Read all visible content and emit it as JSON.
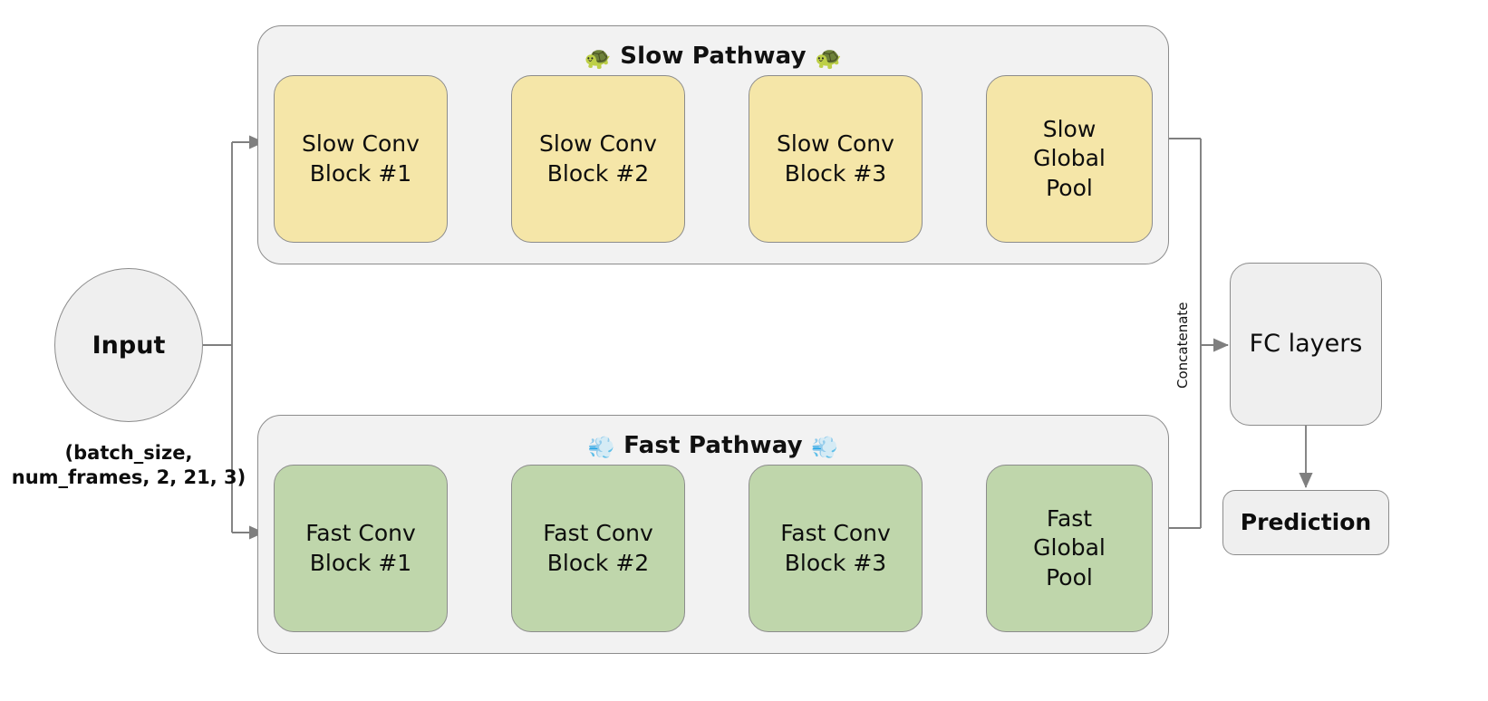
{
  "diagram": {
    "title": "SlowFast two-pathway network architecture",
    "colors": {
      "slow_block": "#f5e6a8",
      "fast_block": "#bfd6ab",
      "group_background": "#f2f2f2",
      "plain_block": "#efefef",
      "border": "#8c8c8c",
      "wire": "#7f7f7f",
      "text": "#0d0d0d"
    }
  },
  "input": {
    "label": "Input",
    "shape_label": "(batch_size,\nnum_frames, 2, 21, 3)"
  },
  "slow_pathway": {
    "title_text": "Slow Pathway",
    "emoji_left": "🐢",
    "emoji_right": "🐢",
    "emoji_name": "turtle-emoji",
    "blocks": [
      {
        "label": "Slow Conv\nBlock #1",
        "name": "slow-conv-block-1"
      },
      {
        "label": "Slow Conv\nBlock #2",
        "name": "slow-conv-block-2"
      },
      {
        "label": "Slow Conv\nBlock #3",
        "name": "slow-conv-block-3"
      },
      {
        "label": "Slow\nGlobal\nPool",
        "name": "slow-global-pool"
      }
    ]
  },
  "fast_pathway": {
    "title_text": "Fast Pathway",
    "emoji_left": "💨",
    "emoji_right": "💨",
    "emoji_name": "dash-speed-emoji",
    "blocks": [
      {
        "label": "Fast Conv\nBlock #1",
        "name": "fast-conv-block-1"
      },
      {
        "label": "Fast Conv\nBlock #2",
        "name": "fast-conv-block-2"
      },
      {
        "label": "Fast Conv\nBlock #3",
        "name": "fast-conv-block-3"
      },
      {
        "label": "Fast\nGlobal\nPool",
        "name": "fast-global-pool"
      }
    ]
  },
  "merge": {
    "concatenate_label": "Concatenate"
  },
  "head": {
    "fc_label": "FC layers",
    "prediction_label": "Prediction"
  }
}
